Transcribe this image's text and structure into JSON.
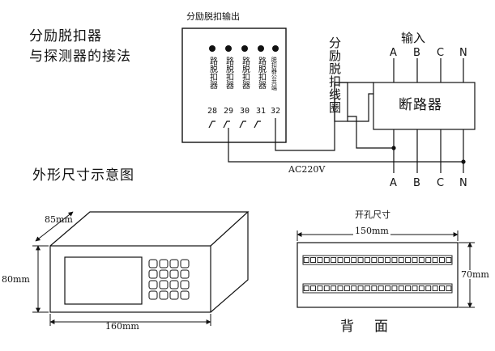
{
  "titles": {
    "wiring_line1": "分励脱扣器",
    "wiring_line2": "与探测器的接法",
    "outline": "外形尺寸示意图",
    "back": "背　面"
  },
  "detector": {
    "box_label": "分励脱扣输出",
    "terminals": [
      {
        "number": "28",
        "label": "路脱扣器"
      },
      {
        "number": "29",
        "label": "路脱扣器"
      },
      {
        "number": "30",
        "label": "路脱扣器"
      },
      {
        "number": "31",
        "label": "路脱扣器"
      },
      {
        "number": "32",
        "label": "脱扣器公共端"
      }
    ]
  },
  "coil_label": "分励脱扣线圈",
  "breaker": {
    "label": "断路器",
    "input_label": "输入",
    "phases_top": [
      "A",
      "B",
      "C",
      "N"
    ],
    "phases_bottom": [
      "A",
      "B",
      "C",
      "N"
    ]
  },
  "supply_label": "AC220V",
  "front_view": {
    "depth_dim": "85mm",
    "height_dim": "80mm",
    "width_dim": "160mm",
    "keypad_rows": 4,
    "keypad_cols": 4
  },
  "cutout": {
    "title": "开孔尺寸",
    "width_dim": "150mm",
    "height_dim": "70mm",
    "rows": 2,
    "slots_per_row": 22
  }
}
